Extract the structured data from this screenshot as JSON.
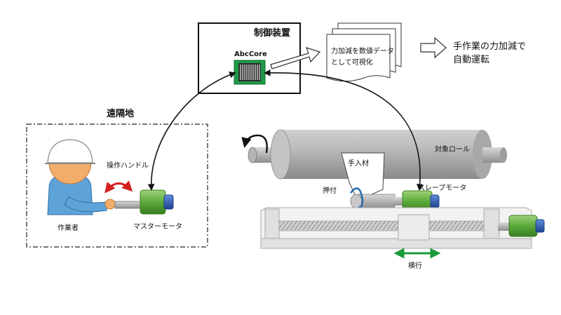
{
  "controller": {
    "title": "制御装置",
    "chip_label": "AbcCore"
  },
  "documents": {
    "text_line1": "力加減を数値データ",
    "text_line2": "として可視化"
  },
  "outcome": {
    "line1": "手作業の力加減で",
    "line2": "自動運転"
  },
  "remote_site": {
    "title": "遠隔地",
    "handle_label": "操作ハンドル",
    "worker_label": "作業者",
    "master_motor_label": "マスターモータ"
  },
  "machine": {
    "roll_label": "対象ロール",
    "material_label": "手入材",
    "push_label": "押付",
    "slave_motor_label": "スレーブモータ",
    "traverse_label": "横行"
  },
  "colors": {
    "chip_green": "#1f9a48",
    "motor_green": "#5aaa3a",
    "motor_blue": "#2a5fb8",
    "person_blue": "#5ea3d8",
    "red_arrow": "#d42020",
    "blue_arrow": "#2b6cb0",
    "green_arrow": "#1a9a3a"
  }
}
